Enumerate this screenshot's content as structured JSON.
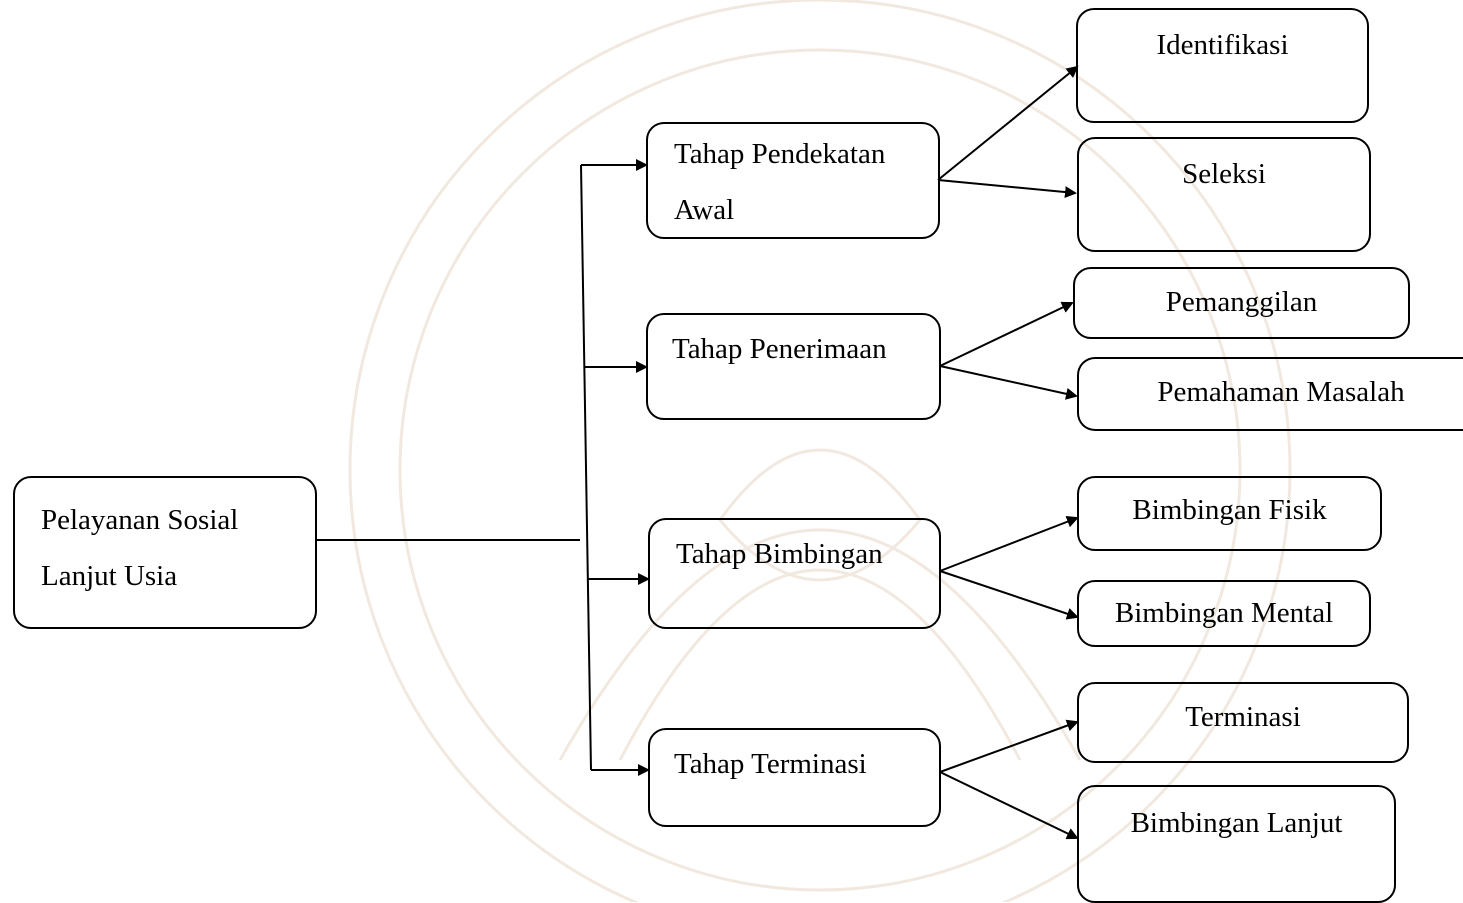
{
  "diagram": {
    "root": {
      "line1": "Pelayanan Sosial",
      "line2": "Lanjut Usia"
    },
    "stages": [
      {
        "label_line1": "Tahap  Pendekatan",
        "label_line2": "Awal",
        "steps": [
          "Identifikasi",
          "Seleksi"
        ]
      },
      {
        "label_line1": "Tahap Penerimaan",
        "steps": [
          "Pemanggilan",
          "Pemahaman Masalah"
        ]
      },
      {
        "label_line1": "Tahap Bimbingan",
        "steps": [
          "Bimbingan Fisik",
          "Bimbingan Mental"
        ]
      },
      {
        "label_line1": "Tahap Terminasi",
        "steps": [
          "Terminasi",
          "Bimbingan Lanjut"
        ]
      }
    ]
  },
  "colors": {
    "stroke": "#000000",
    "watermark": "#f3ece4"
  }
}
